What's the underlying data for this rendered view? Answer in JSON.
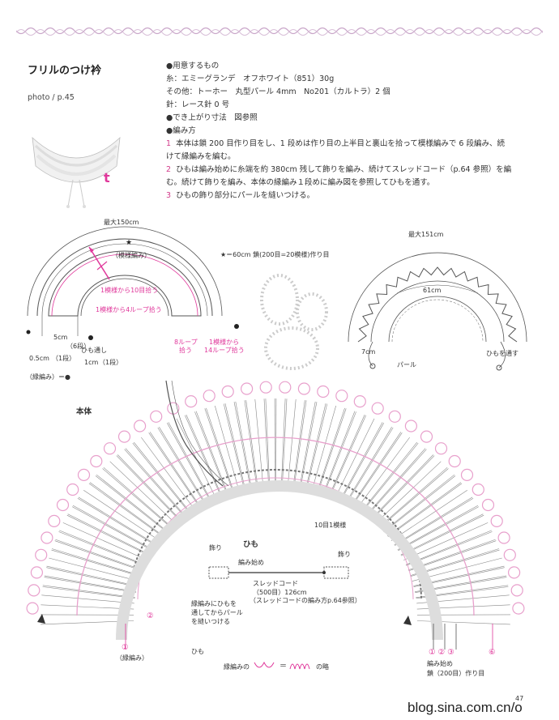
{
  "header": {
    "title": "フリルのつけ衿",
    "photo_ref": "photo / p.45",
    "photo_tag": "t"
  },
  "materials": {
    "heading": "●用意するもの",
    "lines": [
      "糸：エミーグランデ　オフホワイト（851）30g",
      "その他：トーホー　丸型パール 4mm　No201（カルトラ）2 個",
      "針：レース針 0 号",
      "●でき上がり寸法　図参照"
    ]
  },
  "method": {
    "heading": "●編み方",
    "steps": [
      {
        "num": "1",
        "text": "本体は鎖 200 目作り目をし、1 段めは作り目の上半目と裏山を拾って模様編みで 6 段編み、続"
      },
      {
        "num": "",
        "text": "けて縁編みを編む。"
      },
      {
        "num": "2",
        "text": "ひもは編み始めに糸端を約 380cm 残して飾りを編み、続けてスレッドコード（p.64 参照）を編"
      },
      {
        "num": "",
        "text": "む。続けて飾りを編み、本体の縁編み１段めに編み図を参照してひもを通す。"
      },
      {
        "num": "3",
        "text": "ひもの飾り部分にパールを縫いつける。"
      }
    ]
  },
  "left_diagram": {
    "max_width": "最大150cm",
    "pattern_label": "（模様編み）",
    "star_note": "★＝60cm 鎖(200目=20模様)作り目",
    "pick10": "1模様から10目拾う",
    "pick4": "1模様から4ループ拾う",
    "loop8_line1": "8ループ",
    "loop8_line2": "拾う",
    "pick14_line1": "1模様から",
    "pick14_line2": "14ループ拾う",
    "dim5": "5cm",
    "rows6": "（6段）",
    "dim05": "0.5cm",
    "rows1": "（1段）",
    "himo_line1": "ひも通し",
    "himo_line2": "1cm",
    "himo_line3": "（1段）",
    "edge_eq": "（縁編み）＝●"
  },
  "right_diagram": {
    "max_width": "最大151cm",
    "inner": "61cm",
    "dim7": "7cm",
    "pearl": "パール",
    "thread": "ひもを通す"
  },
  "body_diagram": {
    "label": "本体",
    "row10": "10目1模様",
    "himo_title": "ひも",
    "kazari_left": "飾り",
    "kazari_right": "飾り",
    "start": "編み始め",
    "cord_line1": "スレッドコード",
    "cord_line2": "（500目）126cm",
    "cord_line3": "（スレッドコードの編み方p.64参照）",
    "note_line1": "縁編みにひもを",
    "note_line2": "通してからパール",
    "note_line3": "を縫いつける",
    "marker1": "①",
    "marker2": "②",
    "markers_right": "① ② ③",
    "marker6": "⑥",
    "edge_label": "（縁編み）",
    "himo_label": "ひも",
    "legend_left": "縁編みの",
    "legend_right": "の略",
    "start_line1": "編み始め",
    "start_line2": "鎖（200目）作り目"
  },
  "footer": {
    "watermark": "blog.sina.com.cn/o",
    "page_number": "47"
  },
  "colors": {
    "accent_pink": "#e0389b",
    "lace_pink": "#e8a0cc",
    "line_gray": "#555555",
    "watermark": "#222222"
  }
}
